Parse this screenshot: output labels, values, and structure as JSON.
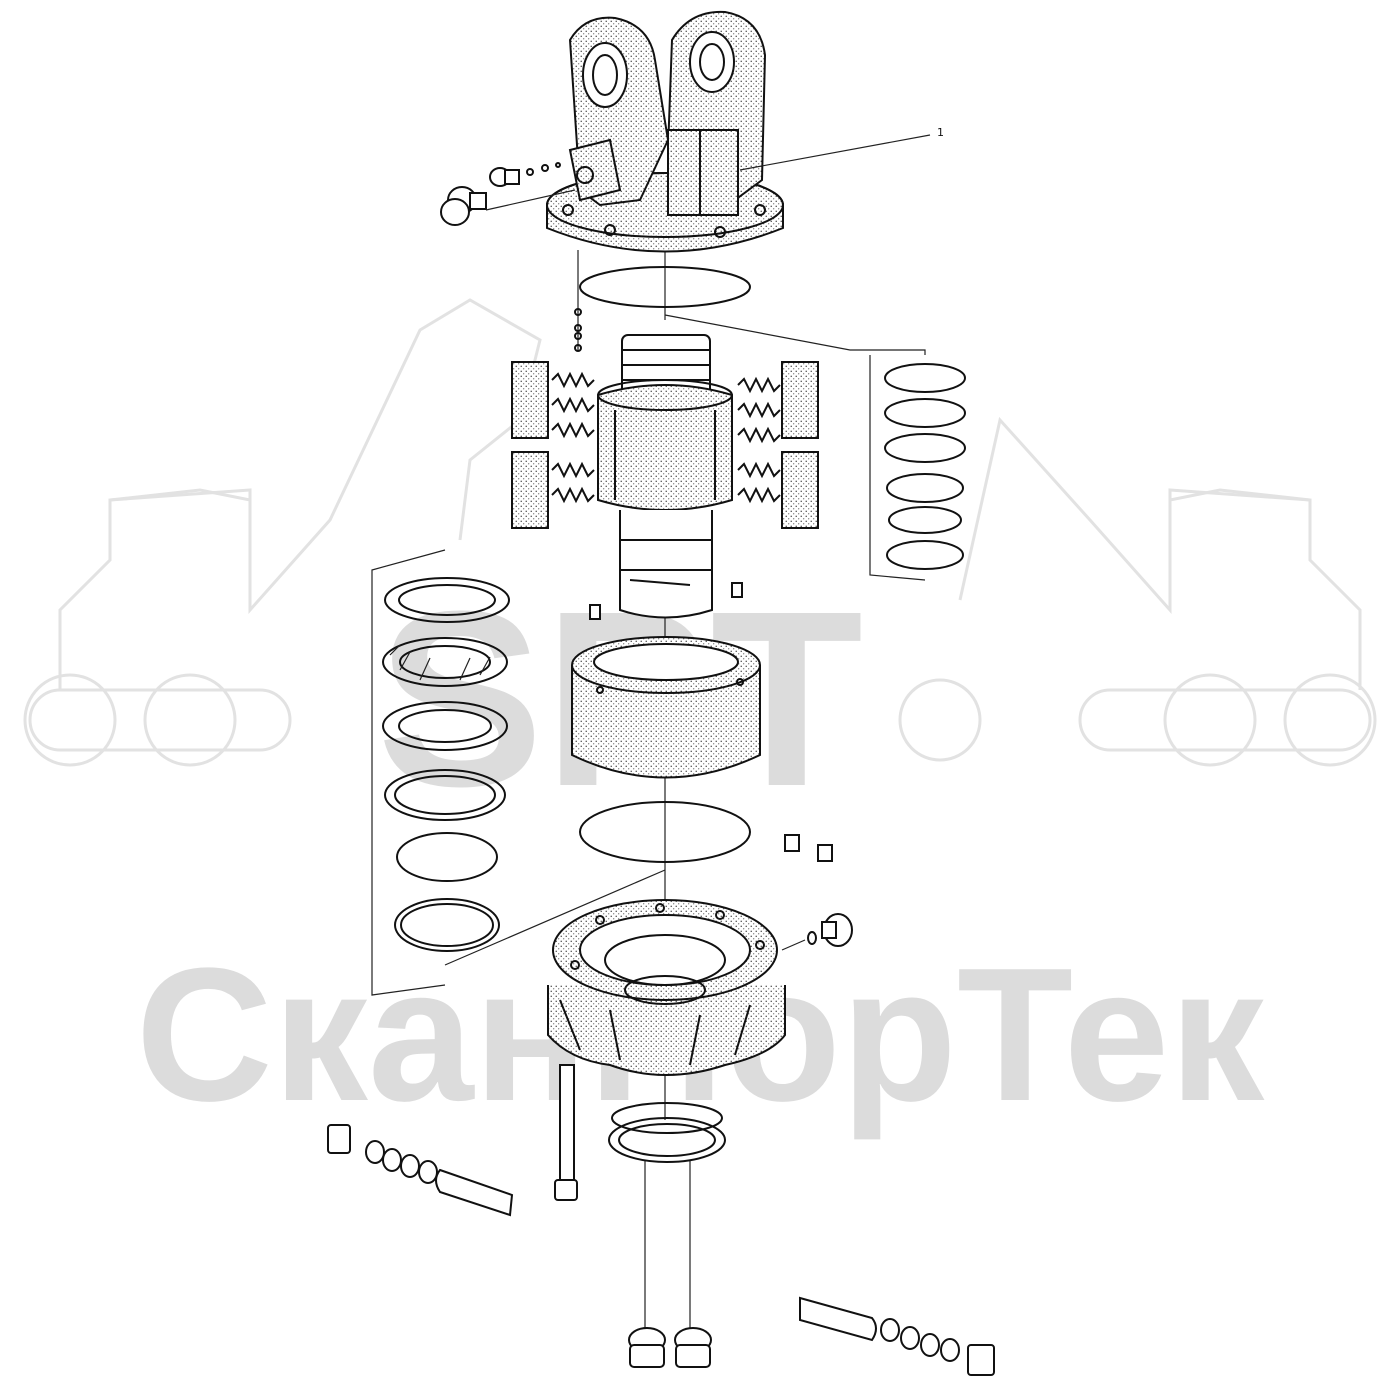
{
  "watermark": {
    "logo_text": "SPT",
    "company_text": "СканПорТек"
  },
  "callouts": [
    {
      "label": "1"
    }
  ]
}
